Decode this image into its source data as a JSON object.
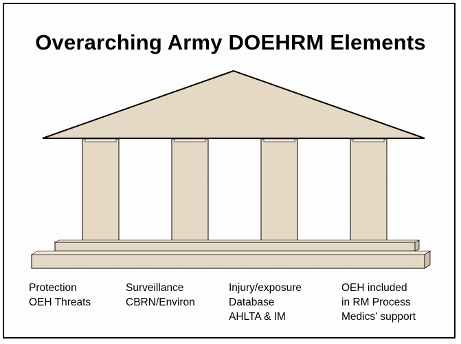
{
  "title": "Overarching Army DOEHRM Elements",
  "columns": [
    {
      "lines": [
        "Protection",
        "OEH Threats"
      ]
    },
    {
      "lines": [
        "Surveillance",
        "CBRN/Environ"
      ]
    },
    {
      "lines": [
        "Injury/exposure",
        "Database",
        "AHLTA & IM"
      ]
    },
    {
      "lines": [
        "OEH included",
        "in RM Process",
        "Medics' support"
      ]
    }
  ],
  "colors": {
    "stone": "#e6d9c6",
    "stone_shadow": "#c9bba5",
    "outline": "#000000",
    "border": "#000000"
  }
}
